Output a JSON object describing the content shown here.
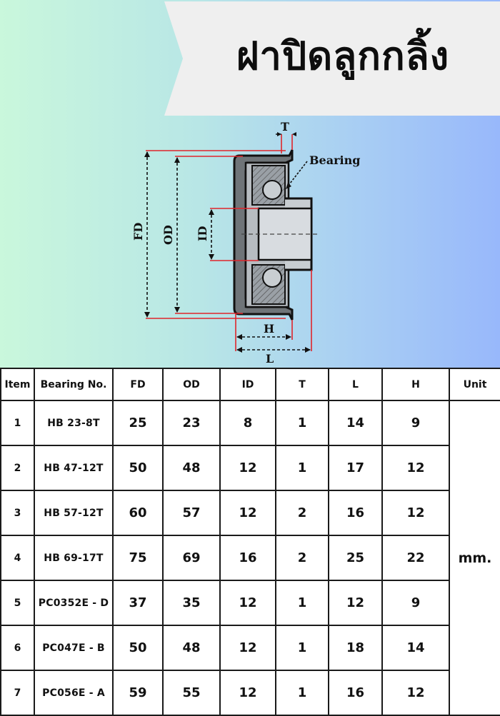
{
  "title": "ฝาปิดลูกกลิ้ง",
  "diagram": {
    "labels": {
      "T": "T",
      "bearing": "Bearing",
      "FD": "FD",
      "OD": "OD",
      "ID": "ID",
      "H": "H",
      "L": "L"
    }
  },
  "table": {
    "headers": [
      "Item",
      "Bearing No.",
      "FD",
      "OD",
      "ID",
      "T",
      "L",
      "H",
      "Unit"
    ],
    "unit": "mm.",
    "rows": [
      {
        "item": "1",
        "bearing_no": "HB 23-8T",
        "fd": "25",
        "od": "23",
        "id": "8",
        "t": "1",
        "l": "14",
        "h": "9"
      },
      {
        "item": "2",
        "bearing_no": "HB 47-12T",
        "fd": "50",
        "od": "48",
        "id": "12",
        "t": "1",
        "l": "17",
        "h": "12"
      },
      {
        "item": "3",
        "bearing_no": "HB 57-12T",
        "fd": "60",
        "od": "57",
        "id": "12",
        "t": "2",
        "l": "16",
        "h": "12"
      },
      {
        "item": "4",
        "bearing_no": "HB 69-17T",
        "fd": "75",
        "od": "69",
        "id": "16",
        "t": "2",
        "l": "25",
        "h": "22"
      },
      {
        "item": "5",
        "bearing_no": "PC0352E - D",
        "fd": "37",
        "od": "35",
        "id": "12",
        "t": "1",
        "l": "12",
        "h": "9"
      },
      {
        "item": "6",
        "bearing_no": "PC047E - B",
        "fd": "50",
        "od": "48",
        "id": "12",
        "t": "1",
        "l": "18",
        "h": "14"
      },
      {
        "item": "7",
        "bearing_no": "PC056E - A",
        "fd": "59",
        "od": "55",
        "id": "12",
        "t": "1",
        "l": "16",
        "h": "12"
      }
    ]
  }
}
